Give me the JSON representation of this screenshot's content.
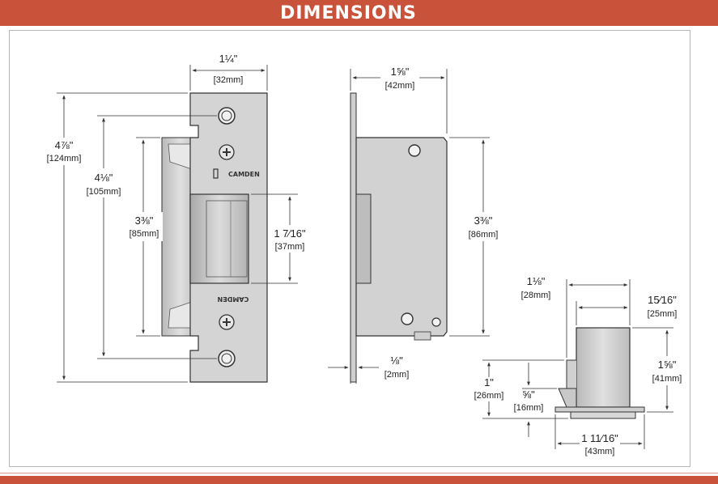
{
  "header": {
    "title": "DIMENSIONS"
  },
  "colors": {
    "accent": "#c8523a",
    "plate": "#d2d2d2",
    "body": "#cfcfcf",
    "line": "#333333"
  },
  "front_view": {
    "brand": "CAMDEN",
    "width": {
      "in": "1¼\"",
      "mm": "[32mm]"
    },
    "overall_height": {
      "in": "4⅞\"",
      "mm": "[124mm]"
    },
    "hole_spacing": {
      "in": "4⅛\"",
      "mm": "[105mm]"
    },
    "body_height": {
      "in": "3⅜\"",
      "mm": "[85mm]"
    },
    "keeper_height": {
      "in": "1 7⁄16\"",
      "mm": "[37mm]"
    }
  },
  "side_view": {
    "depth": {
      "in": "1⅝\"",
      "mm": "[42mm]"
    },
    "body_height": {
      "in": "3⅜\"",
      "mm": "[86mm]"
    },
    "plate_thickness": {
      "in": "⅛\"",
      "mm": "[2mm]"
    }
  },
  "top_view": {
    "width_a": {
      "in": "1⅛\"",
      "mm": "[28mm]"
    },
    "width_b": {
      "in": "15⁄16\"",
      "mm": "[25mm]"
    },
    "height": {
      "in": "1⅝\"",
      "mm": "[41mm]"
    },
    "depth_a": {
      "in": "1\"",
      "mm": "[26mm]"
    },
    "depth_b": {
      "in": "⅝\"",
      "mm": "[16mm]"
    },
    "plate_width": {
      "in": "1 11⁄16\"",
      "mm": "[43mm]"
    }
  }
}
